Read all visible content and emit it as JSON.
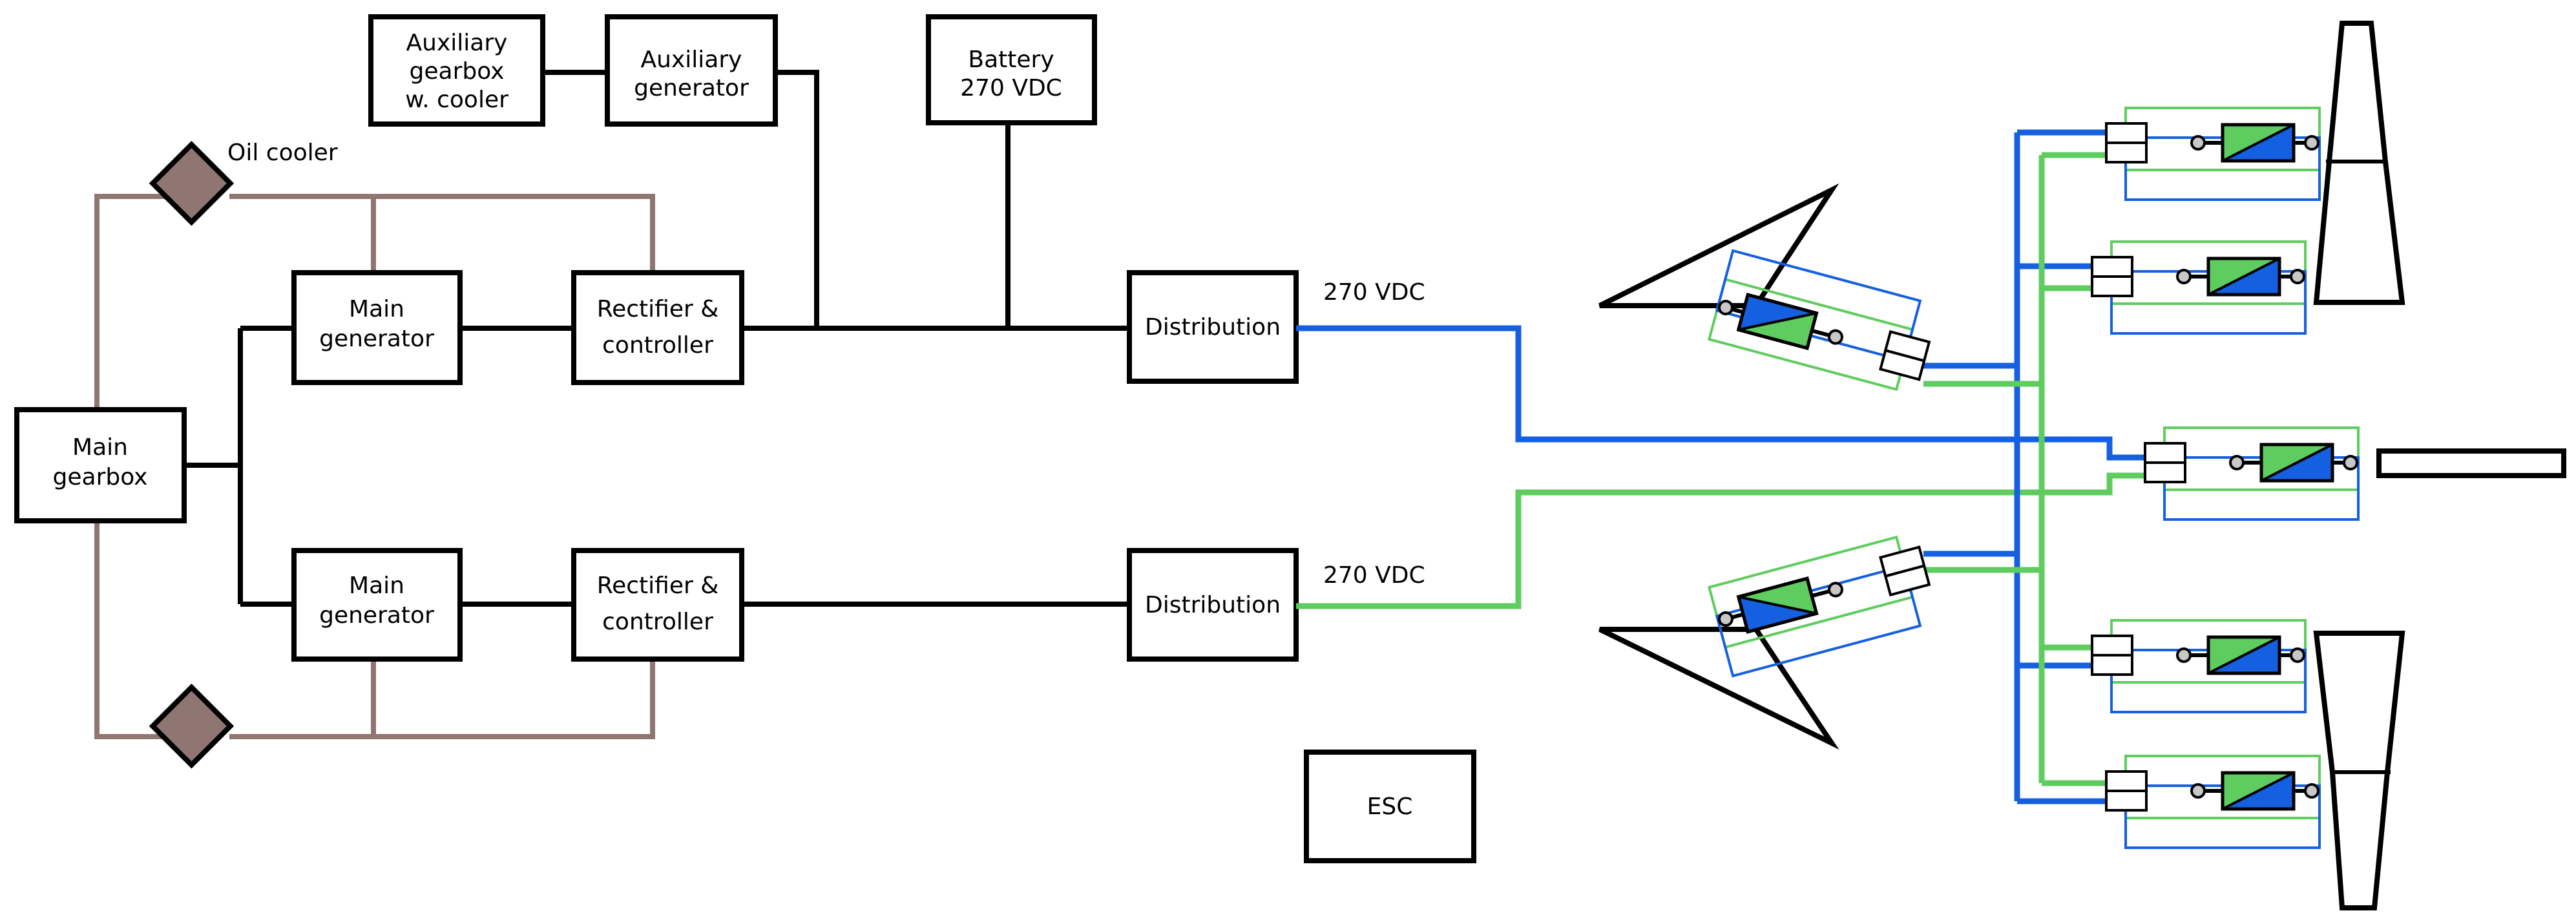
{
  "labels": {
    "aux_gearbox": [
      "Auxiliary",
      "gearbox",
      "w. cooler"
    ],
    "aux_generator": [
      "Auxiliary",
      "generator"
    ],
    "battery": [
      "Battery",
      "270 VDC"
    ],
    "oil_cooler": "Oil cooler",
    "main_gearbox": [
      "Main",
      "gearbox"
    ],
    "main_generator_top": [
      "Main",
      "generator"
    ],
    "main_generator_bottom": [
      "Main",
      "generator"
    ],
    "rectifier_top": [
      "Rectifier &",
      "controller"
    ],
    "rectifier_bottom": [
      "Rectifier &",
      "controller"
    ],
    "distribution_top": "Distribution",
    "distribution_bottom": "Distribution",
    "bus_top_voltage": "270 VDC",
    "bus_bottom_voltage": "270 VDC",
    "esc": "ESC"
  },
  "colors": {
    "bus_a": "#1560e0",
    "bus_b": "#5fcc5f",
    "oil_line": "#907672",
    "oil_cooler_fill": "#907672"
  },
  "icons": {
    "oil_cooler_top": "diamond-cooler-icon",
    "oil_cooler_bottom": "diamond-cooler-icon",
    "actuator": "dual-actuator-icon"
  }
}
